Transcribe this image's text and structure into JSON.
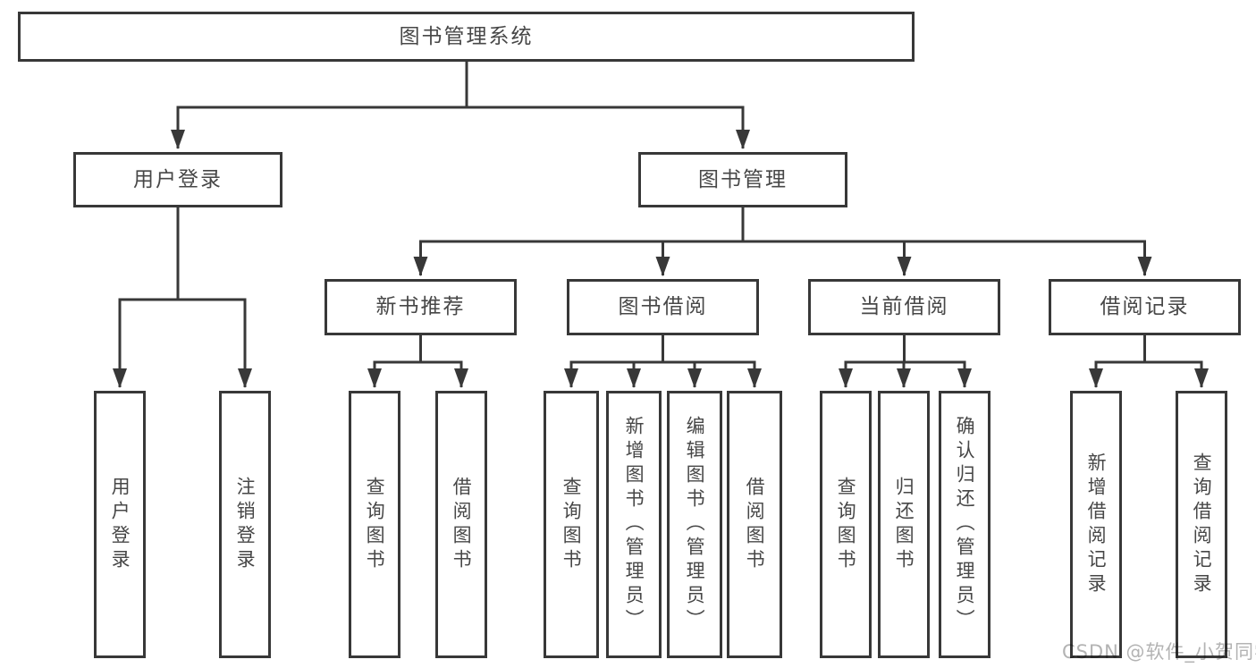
{
  "tree": {
    "root": "图书管理系统",
    "branches": [
      {
        "label": "用户登录",
        "children": [
          "用户登录",
          "注销登录"
        ]
      },
      {
        "label": "图书管理",
        "children": [
          {
            "label": "新书推荐",
            "children": [
              "查询图书",
              "借阅图书"
            ]
          },
          {
            "label": "图书借阅",
            "children": [
              "查询图书",
              "新增图书（管理员）",
              "编辑图书（管理员）",
              "借阅图书"
            ]
          },
          {
            "label": "当前借阅",
            "children": [
              "查询图书",
              "归还图书",
              "确认归还（管理员）"
            ]
          },
          {
            "label": "借阅记录",
            "children": [
              "新增借阅记录",
              "查询借阅记录"
            ]
          }
        ]
      }
    ]
  },
  "watermark": {
    "text": "CSDN @软件_小贺同学"
  },
  "colors": {
    "line": "#383838",
    "box_border": "#383838",
    "text": "#474747",
    "watermark": "#b3b3b3",
    "background": "#ffffff"
  }
}
